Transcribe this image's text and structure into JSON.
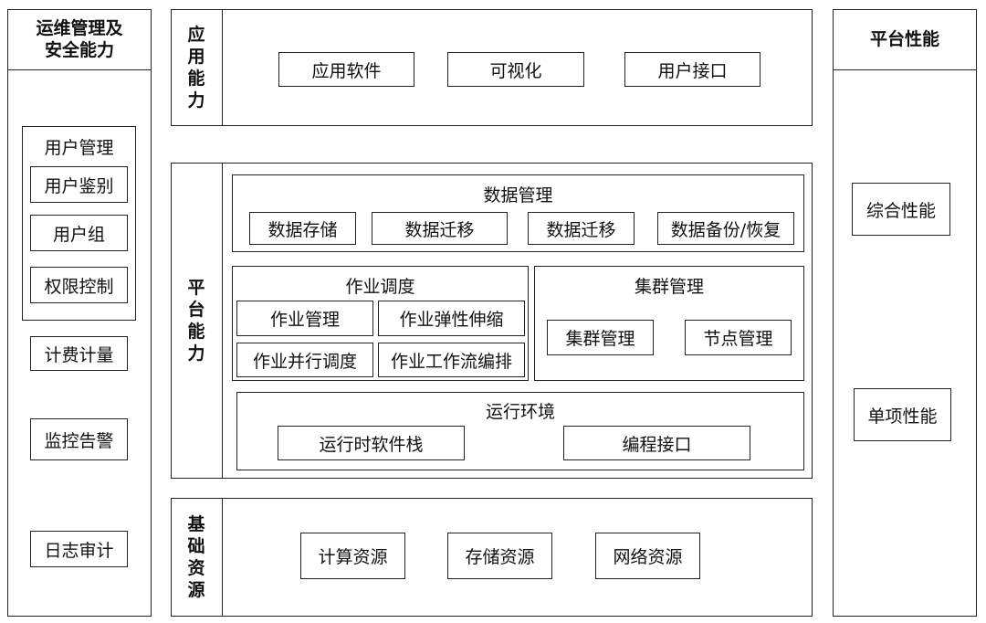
{
  "ops": {
    "title_line1": "运维管理及",
    "title_line2": "安全能力",
    "user_mgmt": {
      "title": "用户管理",
      "items": [
        "用户鉴别",
        "用户组",
        "权限控制"
      ]
    },
    "items": [
      "计费计量",
      "监控告警",
      "日志审计"
    ]
  },
  "app": {
    "label_chars": [
      "应",
      "用",
      "能",
      "力"
    ],
    "items": [
      "应用软件",
      "可视化",
      "用户接口"
    ]
  },
  "platform": {
    "label_chars": [
      "平",
      "台",
      "能",
      "力"
    ],
    "data_mgmt": {
      "title": "数据管理",
      "items": [
        "数据存储",
        "数据迁移",
        "数据迁移",
        "数据备份/恢复"
      ]
    },
    "job_sched": {
      "title": "作业调度",
      "items": [
        "作业管理",
        "作业弹性伸缩",
        "作业并行调度",
        "作业工作流编排"
      ]
    },
    "cluster_mgmt": {
      "title": "集群管理",
      "items": [
        "集群管理",
        "节点管理"
      ]
    },
    "runtime": {
      "title": "运行环境",
      "items": [
        "运行时软件栈",
        "编程接口"
      ]
    }
  },
  "infra": {
    "label_chars": [
      "基",
      "础",
      "资",
      "源"
    ],
    "items": [
      "计算资源",
      "存储资源",
      "网络资源"
    ]
  },
  "perf": {
    "title": "平台性能",
    "items": [
      "综合性能",
      "单项性能"
    ]
  }
}
